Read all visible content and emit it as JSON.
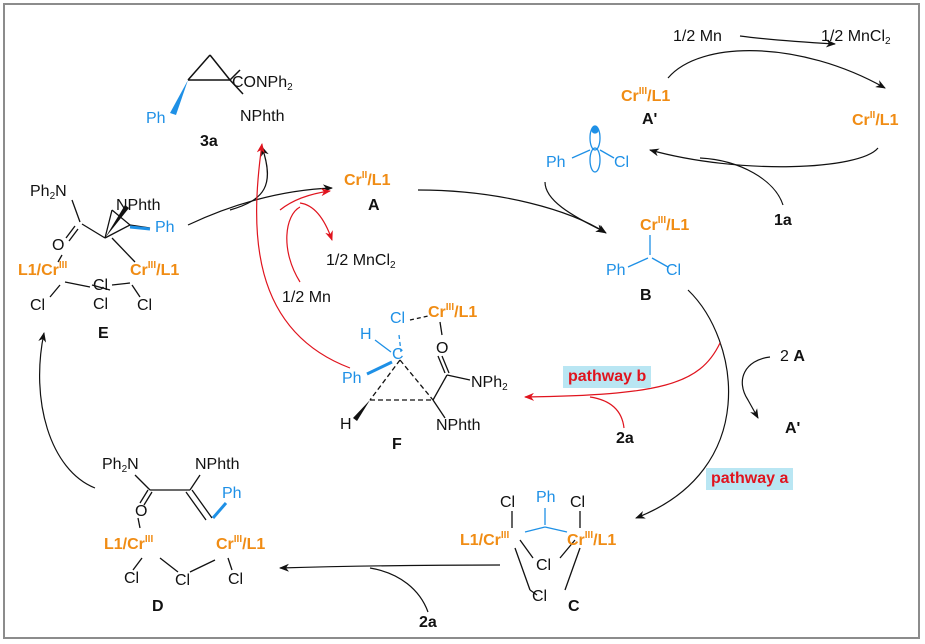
{
  "colors": {
    "black": "#111111",
    "blue": "#1e90e6",
    "orange": "#f08c14",
    "red": "#e0141e",
    "tag_bg": "#b9e6f3",
    "frame": "#8c8c8c"
  },
  "reagents": {
    "half_mn": "1/2 Mn",
    "half_mncl2_top_pre": "1/2 MnCl",
    "half_mncl2_top_sub": "2",
    "half_mncl2_mid_pre": "1/2 MnCl",
    "half_mncl2_mid_sub": "2",
    "half_mn_mid": "1/2 Mn",
    "two_a_num": "2",
    "two_a_letter": "A"
  },
  "species": {
    "A": {
      "label": "A",
      "cr": "Cr",
      "ox": "II",
      "lig": "/L1"
    },
    "A_prime": {
      "label": "A'",
      "cr": "Cr",
      "ox": "III",
      "lig": "/L1"
    },
    "cr2_top": {
      "cr": "Cr",
      "ox": "II",
      "lig": "/L1"
    },
    "carbene": {
      "ph": "Ph",
      "cl": "Cl"
    },
    "B": {
      "label": "B",
      "cr": "Cr",
      "ox": "III",
      "lig": "/L1",
      "ph": "Ph",
      "cl": "Cl"
    },
    "C": {
      "label": "C",
      "left": "L1/Cr",
      "right": "Cr",
      "ox": "III",
      "lig": "/L1",
      "ph": "Ph",
      "cl": "Cl"
    },
    "D": {
      "label": "D",
      "ph2n": "Ph",
      "ph2n_sub": "2",
      "ph2n_n": "N",
      "nphth": "NPhth",
      "o": "O",
      "ph": "Ph",
      "left": "L1/Cr",
      "right": "Cr",
      "ox": "III",
      "lig": "/L1",
      "cl": "Cl"
    },
    "E": {
      "label": "E",
      "ph2n": "Ph",
      "ph2n_sub": "2",
      "ph2n_n": "N",
      "nphth": "NPhth",
      "o": "O",
      "ph": "Ph",
      "left": "L1/Cr",
      "right": "Cr",
      "ox": "III",
      "lig": "/L1",
      "cl": "Cl"
    },
    "F": {
      "label": "F",
      "h": "H",
      "cl": "Cl",
      "c": "C",
      "cr": "Cr",
      "ox": "III",
      "lig": "/L1",
      "o": "O",
      "ph": "Ph",
      "nph2_pre": "NPh",
      "nph2_sub": "2",
      "nphth": "NPhth"
    },
    "product_3a": {
      "label": "3a",
      "conph2_pre": "CONPh",
      "conph2_sub": "2",
      "nphth": "NPhth",
      "ph": "Ph"
    }
  },
  "substrates": {
    "1a": "1a",
    "2a_mid": "2a",
    "2a_bottom": "2a"
  },
  "pathways": {
    "a": "pathway a",
    "b": "pathway b"
  }
}
